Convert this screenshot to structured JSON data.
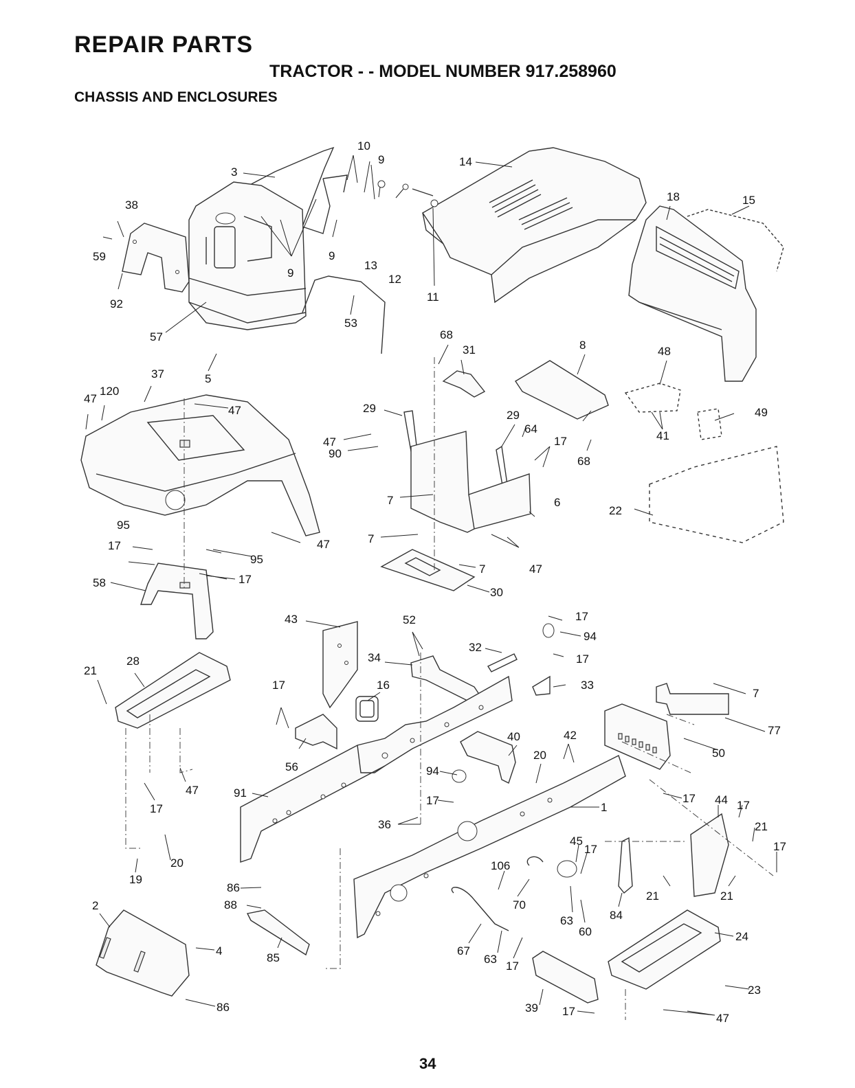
{
  "header": {
    "title": "REPAIR PARTS",
    "subtitle": "TRACTOR - - MODEL NUMBER 917.258960",
    "section": "CHASSIS AND ENCLOSURES"
  },
  "footer": {
    "page_number": "34"
  },
  "callouts": [
    "10",
    "9",
    "3",
    "14",
    "38",
    "18",
    "15",
    "59",
    "9",
    "9",
    "13",
    "12",
    "11",
    "92",
    "57",
    "53",
    "5",
    "68",
    "31",
    "8",
    "48",
    "37",
    "47",
    "120",
    "47",
    "29",
    "29",
    "64",
    "17",
    "49",
    "41",
    "47",
    "90",
    "68",
    "7",
    "6",
    "22",
    "95",
    "47",
    "7",
    "17",
    "95",
    "7",
    "47",
    "58",
    "17",
    "30",
    "17",
    "94",
    "43",
    "52",
    "32",
    "17",
    "34",
    "28",
    "33",
    "21",
    "17",
    "16",
    "7",
    "77",
    "56",
    "40",
    "42",
    "50",
    "20",
    "94",
    "47",
    "91",
    "17",
    "17",
    "17",
    "44",
    "17",
    "21",
    "1",
    "36",
    "17",
    "19",
    "20",
    "45",
    "17",
    "21",
    "21",
    "106",
    "86",
    "88",
    "2",
    "70",
    "84",
    "63",
    "60",
    "4",
    "67",
    "63",
    "17",
    "24",
    "85",
    "23",
    "39",
    "17",
    "86",
    "47"
  ]
}
